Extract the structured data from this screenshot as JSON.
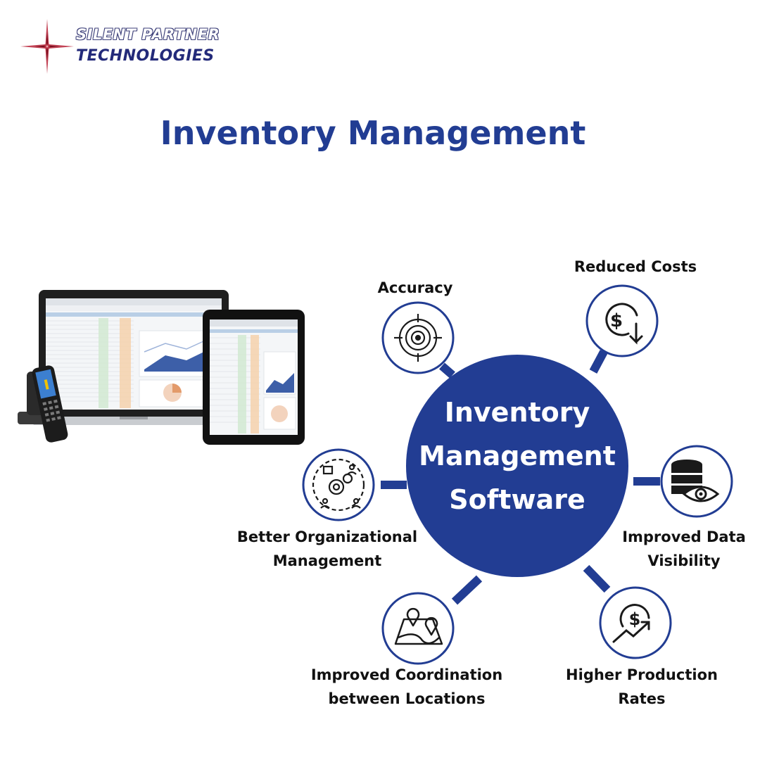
{
  "logo": {
    "line1": "SILENT PARTNER",
    "line2": "TECHNOLOGIES"
  },
  "title": "Inventory Management",
  "hub": {
    "lines": [
      "Inventory",
      "Management",
      "Software"
    ]
  },
  "benefits": [
    {
      "id": "accuracy",
      "lines": [
        "Accuracy"
      ],
      "icon": "target-gear-icon"
    },
    {
      "id": "reduced-costs",
      "lines": [
        "Reduced Costs"
      ],
      "icon": "dollar-down-arrow-icon"
    },
    {
      "id": "improved-data-visibility",
      "lines": [
        "Improved Data",
        "Visibility"
      ],
      "icon": "database-eye-icon"
    },
    {
      "id": "higher-production-rates",
      "lines": [
        "Higher Production",
        "Rates"
      ],
      "icon": "dollar-trend-up-icon"
    },
    {
      "id": "improved-coordination",
      "lines": [
        "Improved Coordination",
        "between Locations"
      ],
      "icon": "map-location-pins-icon"
    },
    {
      "id": "better-organizational-management",
      "lines": [
        "Better Organizational",
        "Management"
      ],
      "icon": "puzzle-gear-people-icon"
    }
  ],
  "colors": {
    "brand_blue": "#223d93",
    "ring": "#223d93",
    "logo_red": "#b8243a",
    "logo_navy": "#232a7a"
  }
}
